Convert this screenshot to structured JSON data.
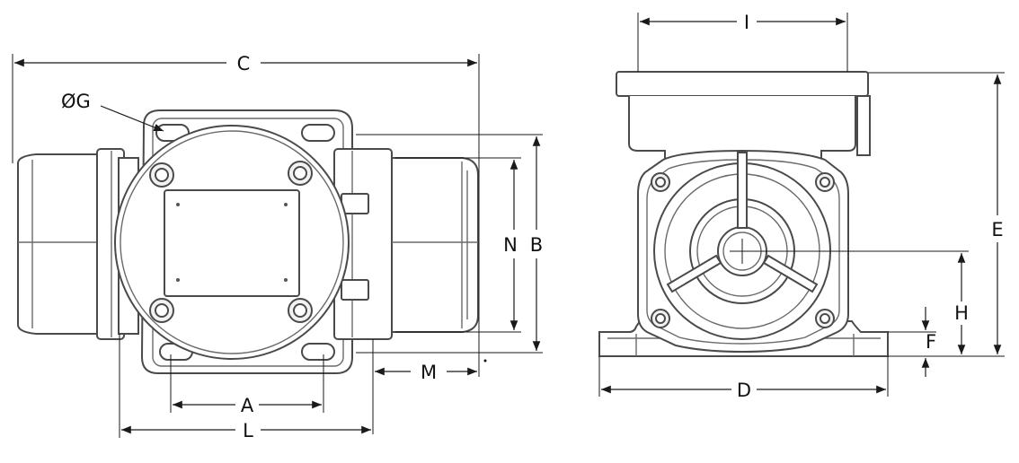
{
  "labels": {
    "C": "C",
    "G": "ØG",
    "N": "N",
    "B": "B",
    "M": "M",
    "A": "A",
    "L": "L",
    "I": "I",
    "E": "E",
    "H": "H",
    "F": "F",
    "D": "D"
  },
  "colors": {
    "outline": "#4a4a4a",
    "dimension": "#1a1a1a",
    "fill": "#ffffff"
  }
}
